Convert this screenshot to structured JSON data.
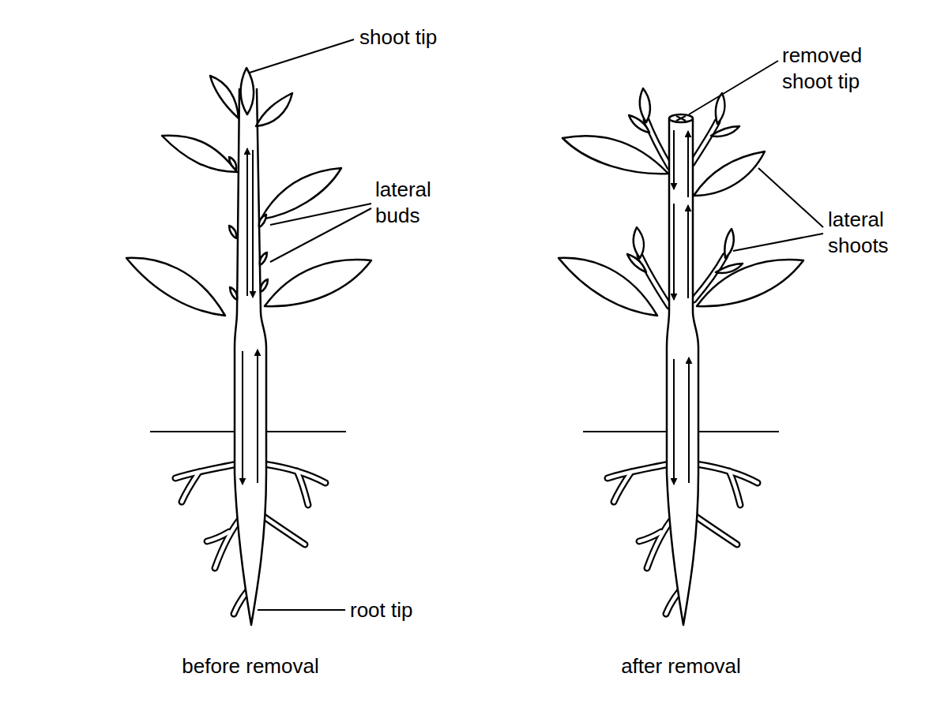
{
  "diagram": {
    "labels": [
      "shoot tip",
      "lateral buds",
      "root tip",
      "before removal",
      "removed shoot tip",
      "lateral shoots",
      "after removal"
    ]
  }
}
